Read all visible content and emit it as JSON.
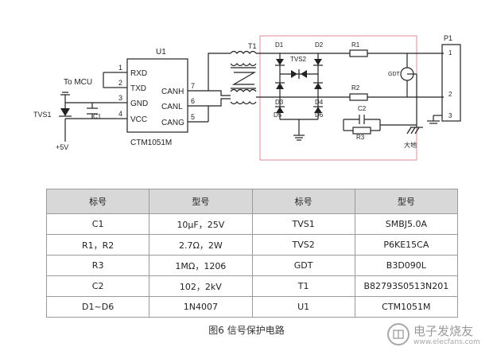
{
  "schematic": {
    "u1_label": "U1",
    "chip_name": "CTM1051M",
    "to_mcu": "To MCU",
    "pins_left": [
      {
        "num": "1",
        "name": "RXD"
      },
      {
        "num": "2",
        "name": "TXD"
      },
      {
        "num": "3",
        "name": "GND"
      },
      {
        "num": "4",
        "name": "VCC"
      }
    ],
    "pins_right": [
      {
        "num": "7",
        "name": "CANH"
      },
      {
        "num": "6",
        "name": "CANL"
      },
      {
        "num": "5",
        "name": "CANG"
      }
    ],
    "tvs1": "TVS1",
    "c1": "C1",
    "plus5v": "+5V",
    "t1": "T1",
    "d1": "D1",
    "d2": "D2",
    "d3": "D3",
    "d4": "D4",
    "d5": "D5",
    "d6": "D6",
    "tvs2": "TVS2",
    "r1": "R1",
    "r2": "R2",
    "r3": "R3",
    "c2": "C2",
    "gdt": "GDT",
    "p1": "P1",
    "p1_pins": [
      "1",
      "2",
      "3"
    ],
    "earth": "大地"
  },
  "table": {
    "headers": [
      "标号",
      "型号",
      "标号",
      "型号"
    ],
    "rows": [
      [
        "C1",
        "10μF，25V",
        "TVS1",
        "SMBJ5.0A"
      ],
      [
        "R1，R2",
        "2.7Ω，2W",
        "TVS2",
        "P6KE15CA"
      ],
      [
        "R3",
        "1MΩ，1206",
        "GDT",
        "B3D090L"
      ],
      [
        "C2",
        "102，2kV",
        "T1",
        "B82793S0513N201"
      ],
      [
        "D1~D6",
        "1N4007",
        "U1",
        "CTM1051M"
      ]
    ]
  },
  "caption": "图6 信号保护电路",
  "watermark": {
    "cn": "电子发烧友",
    "en": "www.elecfans.com"
  },
  "colors": {
    "frame": "#e58a9a",
    "line": "#222222",
    "header_bg": "#d8d8d8"
  }
}
